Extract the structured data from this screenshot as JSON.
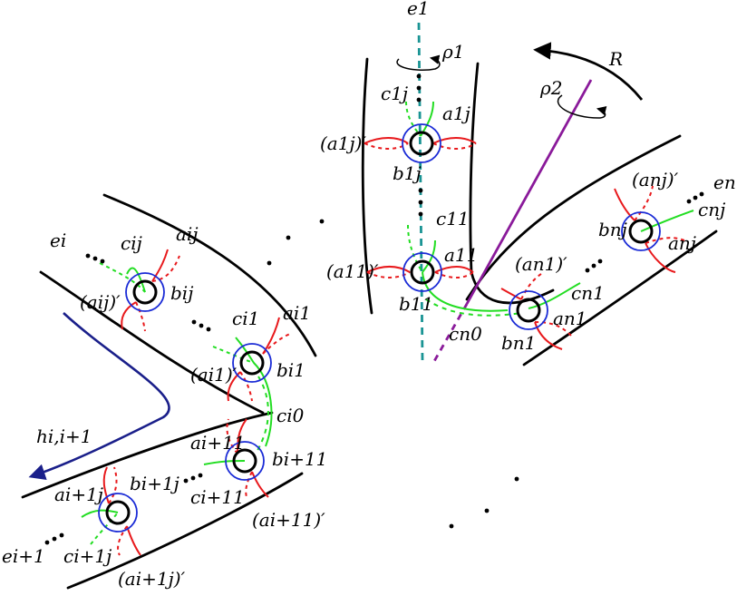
{
  "labels": {
    "e1": "e1",
    "rho1": "ρ1",
    "R": "R",
    "rho2": "ρ2",
    "en": "en",
    "ei": "ei",
    "ei1": "ei+1",
    "hii1": "hi,i+1",
    "cj1": "c1j",
    "aj1": "a1j",
    "aj1p": "(a1j)′",
    "bj1": "b1j",
    "c11": "c11",
    "a11": "a11",
    "a11p": "(a11)′",
    "b11": "b11",
    "c0n": "cn0",
    "ajnp": "(anj)′",
    "cjn": "cnj",
    "bjn": "bnj",
    "ajn": "anj",
    "a1np": "(an1)′",
    "c1n": "cn1",
    "a1n": "an1",
    "b1n": "bn1",
    "cji": "cij",
    "aji": "aij",
    "ajip": "(aij)′",
    "bji": "bij",
    "c1i": "ci1",
    "a1i": "ai1",
    "a1ip": "(ai1)′",
    "b1i": "bi1",
    "c0i": "ci0",
    "a1i1": "ai+11",
    "b1i1": "bi+11",
    "c1i1": "ci+11",
    "a1i1p": "(ai+11)′",
    "aji1": "ai+1j",
    "bji1": "bi+1j",
    "cji1": "ci+1j",
    "aji1p": "(ai+1j)′"
  },
  "colors": {
    "boundary": "#000000",
    "a_curves": "#e8191c",
    "b_curves": "#1a2bd6",
    "c_curves": "#22dd22",
    "e1_axis": "#1a9494",
    "rotation_axis": "#8a1a9a",
    "h_arc": "#1a1f8a"
  }
}
